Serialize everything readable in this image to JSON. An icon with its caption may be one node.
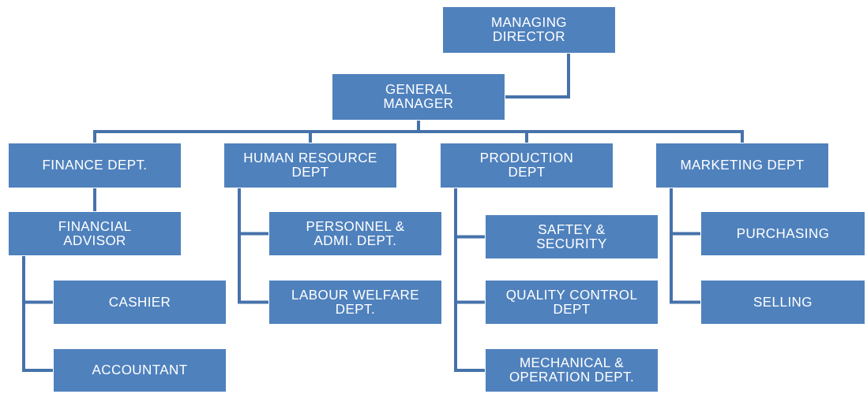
{
  "diagram": {
    "nodes": [
      {
        "text": [
          "MANAGING DIRECTOR"
        ]
      },
      {
        "text": [
          "GENERAL MANAGER"
        ]
      },
      {
        "text": [
          "FINANCE DEPT."
        ]
      },
      {
        "text": [
          "HUMAN RESOURCE DEPT"
        ]
      },
      {
        "text": [
          "PRODUCTION DEPT"
        ]
      },
      {
        "text": [
          "MARKETING DEPT"
        ]
      },
      {
        "text": [
          "FINANCIAL ADVISOR"
        ]
      },
      {
        "text": [
          "CASHIER"
        ]
      },
      {
        "text": [
          "ACCOUNTANT"
        ]
      },
      {
        "text": [
          "PERSONNEL & ADMI. DEPT."
        ]
      },
      {
        "text": [
          "LABOUR WELFARE DEPT."
        ]
      },
      {
        "text": [
          "SAFTEY & SECURITY"
        ]
      },
      {
        "text": [
          "QUALITY CONTROL DEPT"
        ]
      },
      {
        "text": [
          "MECHANICAL & OPERATION DEPT."
        ]
      },
      {
        "text": [
          "PURCHASING"
        ]
      },
      {
        "text": [
          "SELLING"
        ]
      }
    ],
    "edges": [
      {
        "from": 0,
        "to": 1,
        "arrow": "none"
      },
      {
        "from": 1,
        "to": 2,
        "arrow": "none"
      },
      {
        "from": 1,
        "to": 3,
        "arrow": "none"
      },
      {
        "from": 1,
        "to": 4,
        "arrow": "none"
      },
      {
        "from": 1,
        "to": 5,
        "arrow": "none"
      },
      {
        "from": 2,
        "to": 6,
        "arrow": "none"
      },
      {
        "from": 6,
        "to": 7,
        "arrow": "none"
      },
      {
        "from": 6,
        "to": 8,
        "arrow": "none"
      },
      {
        "from": 3,
        "to": 9,
        "arrow": "none"
      },
      {
        "from": 3,
        "to": 10,
        "arrow": "none"
      },
      {
        "from": 4,
        "to": 11,
        "arrow": "none"
      },
      {
        "from": 4,
        "to": 12,
        "arrow": "none"
      },
      {
        "from": 4,
        "to": 13,
        "arrow": "none"
      },
      {
        "from": 5,
        "to": 14,
        "arrow": "none"
      },
      {
        "from": 5,
        "to": 15,
        "arrow": "none"
      }
    ]
  }
}
